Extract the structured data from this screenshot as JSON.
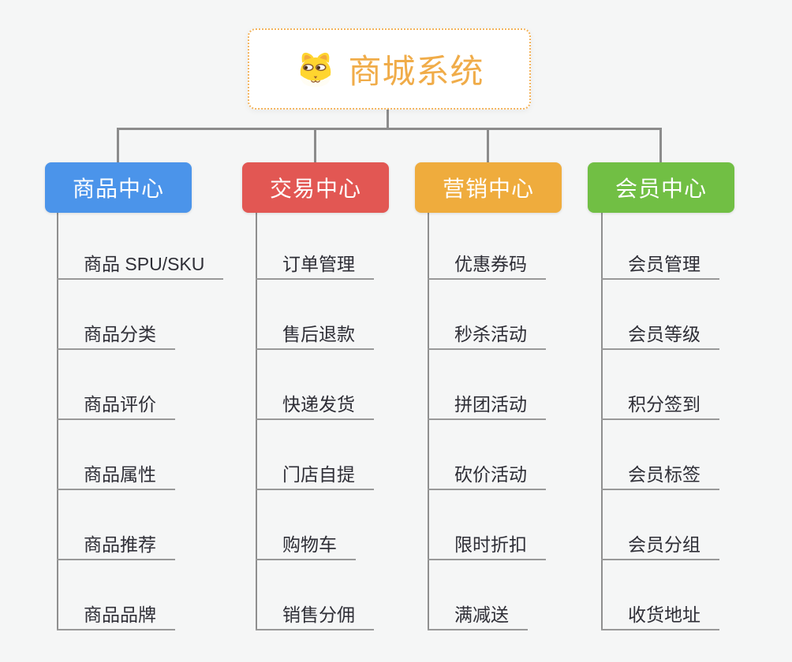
{
  "root": {
    "title": "商城系统",
    "icon": "dog-face-icon",
    "title_color": "#f0ac49",
    "border_color": "#f3b45d"
  },
  "palette": {
    "connector_gray": "#8c8c8c",
    "underline_gray": "#999999",
    "leaf_text": "#2e2e36",
    "background": "#f5f6f6"
  },
  "branches": [
    {
      "label": "商品中心",
      "color": "#4b94ea",
      "items": [
        "商品 SPU/SKU",
        "商品分类",
        "商品评价",
        "商品属性",
        "商品推荐",
        "商品品牌"
      ]
    },
    {
      "label": "交易中心",
      "color": "#e25753",
      "items": [
        "订单管理",
        "售后退款",
        "快递发货",
        "门店自提",
        "购物车",
        "销售分佣"
      ]
    },
    {
      "label": "营销中心",
      "color": "#efac3d",
      "items": [
        "优惠券码",
        "秒杀活动",
        "拼团活动",
        "砍价活动",
        "限时折扣",
        "满减送"
      ]
    },
    {
      "label": "会员中心",
      "color": "#71bf44",
      "items": [
        "会员管理",
        "会员等级",
        "积分签到",
        "会员标签",
        "会员分组",
        "收货地址"
      ]
    }
  ]
}
